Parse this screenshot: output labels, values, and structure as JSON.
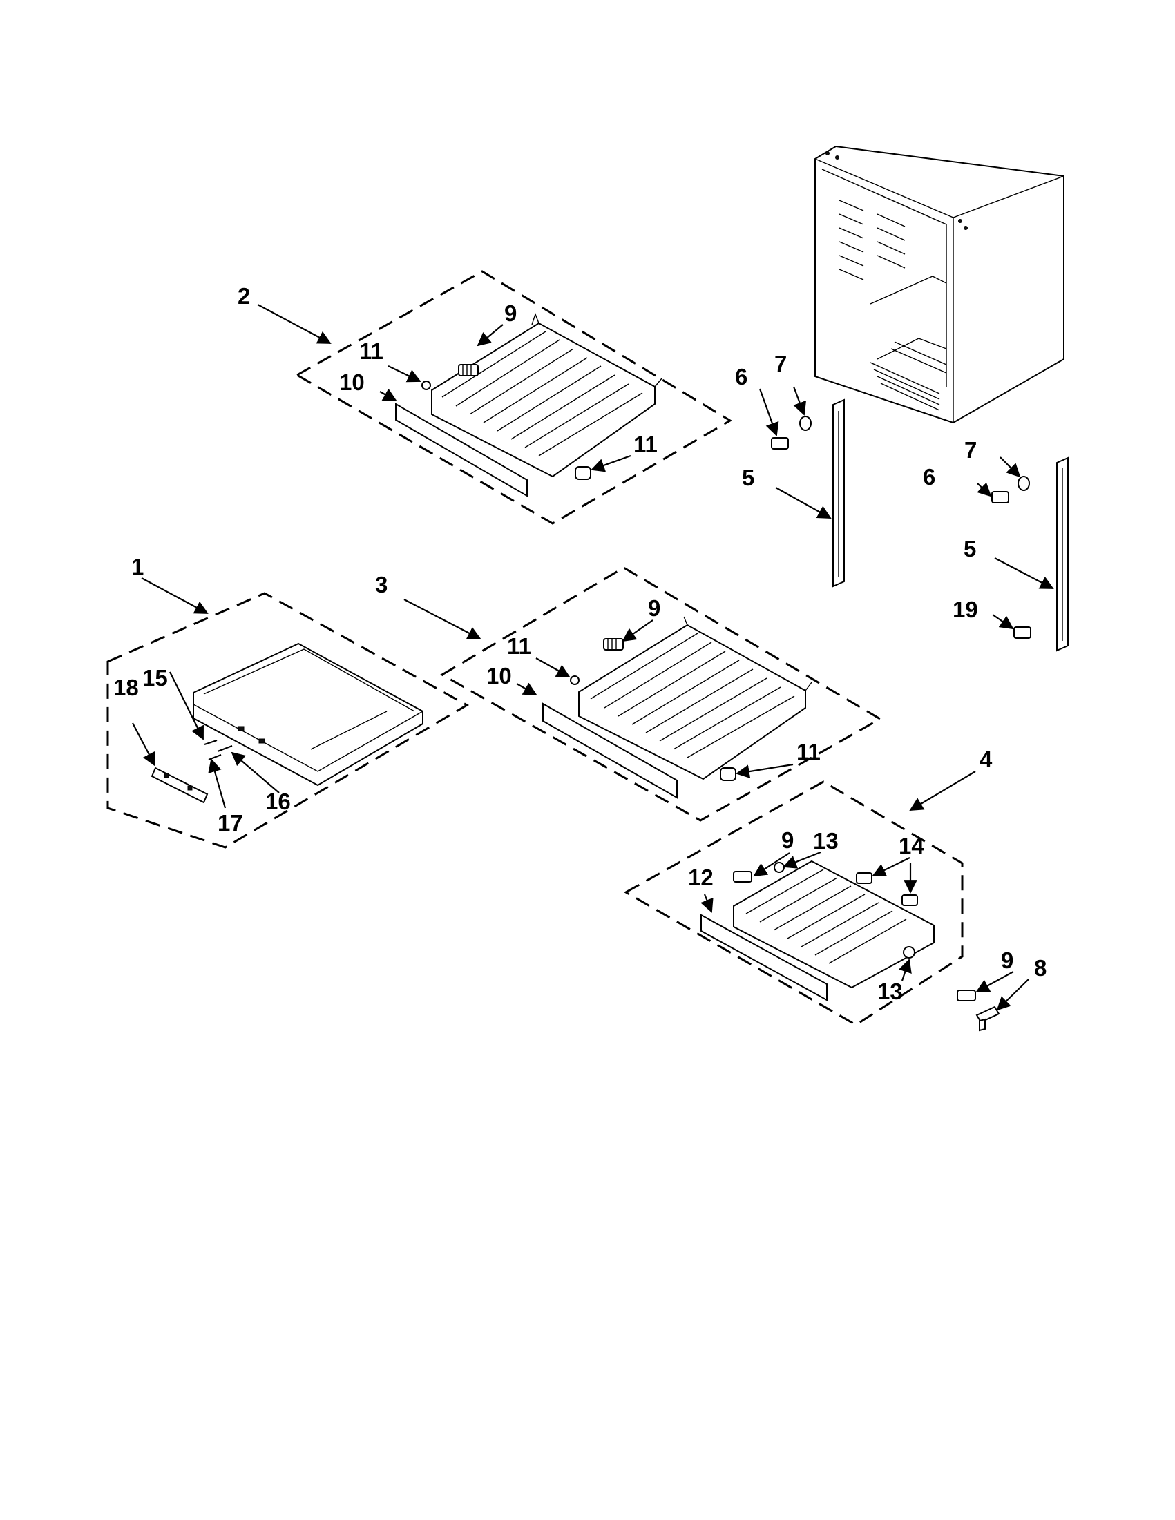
{
  "callouts": [
    {
      "id": "c1",
      "text": "1"
    },
    {
      "id": "c2",
      "text": "2"
    },
    {
      "id": "c3",
      "text": "3"
    },
    {
      "id": "c4",
      "text": "4"
    },
    {
      "id": "c5a",
      "text": "5"
    },
    {
      "id": "c5b",
      "text": "5"
    },
    {
      "id": "c6a",
      "text": "6"
    },
    {
      "id": "c6b",
      "text": "6"
    },
    {
      "id": "c7a",
      "text": "7"
    },
    {
      "id": "c7b",
      "text": "7"
    },
    {
      "id": "c8",
      "text": "8"
    },
    {
      "id": "c9a",
      "text": "9"
    },
    {
      "id": "c9b",
      "text": "9"
    },
    {
      "id": "c9c",
      "text": "9"
    },
    {
      "id": "c9d",
      "text": "9"
    },
    {
      "id": "c10a",
      "text": "10"
    },
    {
      "id": "c10b",
      "text": "10"
    },
    {
      "id": "c11a",
      "text": "11"
    },
    {
      "id": "c11b",
      "text": "11"
    },
    {
      "id": "c11c",
      "text": "11"
    },
    {
      "id": "c11d",
      "text": "11"
    },
    {
      "id": "c12",
      "text": "12"
    },
    {
      "id": "c13a",
      "text": "13"
    },
    {
      "id": "c13b",
      "text": "13"
    },
    {
      "id": "c14",
      "text": "14"
    },
    {
      "id": "c15",
      "text": "15"
    },
    {
      "id": "c16",
      "text": "16"
    },
    {
      "id": "c17",
      "text": "17"
    },
    {
      "id": "c18",
      "text": "18"
    },
    {
      "id": "c19",
      "text": "19"
    }
  ]
}
